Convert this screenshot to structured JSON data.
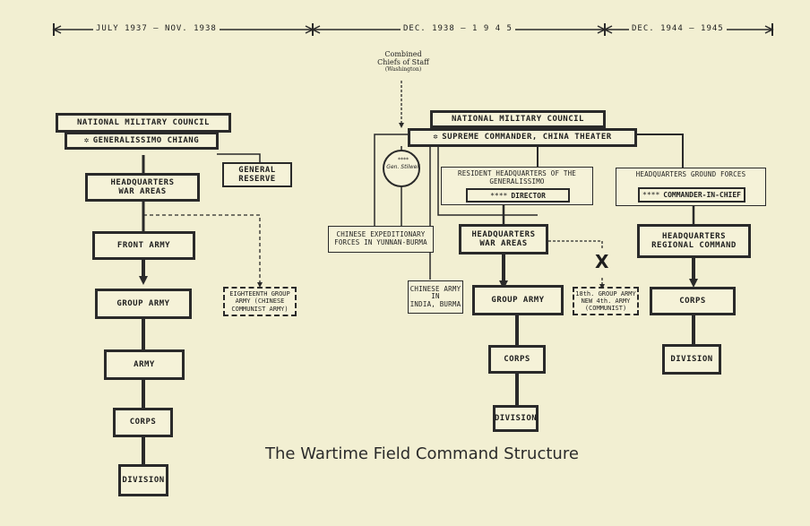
{
  "timeline": {
    "period1": "JULY 1937 — NOV. 1938",
    "period2": "DEC. 1938 — 1 9 4 5",
    "period3": "DEC. 1944 — 1945"
  },
  "title": "The Wartime Field Command Structure",
  "period1": {
    "council": "NATIONAL MILITARY COUNCIL",
    "generalissimo": "GENERALISSIMO CHIANG",
    "general_reserve": "GENERAL\nRESERVE",
    "hq_war_areas": "HEADQUARTERS\nWAR AREAS",
    "front_army": "FRONT   ARMY",
    "group_army": "GROUP  ARMY",
    "army": "ARMY",
    "corps": "CORPS",
    "division": "DIVISION",
    "eighteenth": "EIGHTEENTH GROUP\nARMY (CHINESE\nCOMMUNIST ARMY)"
  },
  "period2": {
    "ccs_title": "Combined\nChiefs of Staff",
    "ccs_sub": "(Washington)",
    "council": "NATIONAL MILITARY COUNCIL",
    "supreme": "SUPREME COMMANDER, CHINA THEATER",
    "stilwell_stars": "****",
    "stilwell": "Gen. Stilwell",
    "resident_hq": "RESIDENT HEADQUARTERS OF THE\nGENERALISSIMO",
    "director": "DIRECTOR",
    "director_stars": "****",
    "expeditionary": "CHINESE EXPEDITIONARY\nFORCES IN YUNNAN-BURMA",
    "india_burma": "CHINESE ARMY\nIN\nINDIA, BURMA",
    "hq_war_areas": "HEADQUARTERS\nWAR AREAS",
    "group_army": "GROUP ARMY",
    "corps": "CORPS",
    "division": "DIVISION",
    "communist": "18th. GROUP ARMY\nNEW 4th. ARMY\n(COMMUNIST)",
    "x_mark": "X"
  },
  "period3": {
    "hq_ground": "HEADQUARTERS  GROUND FORCES",
    "commander": "COMMANDER-IN-CHIEF",
    "commander_stars": "****",
    "hq_regional": "HEADQUARTERS\nREGIONAL COMMAND",
    "corps": "CORPS",
    "division": "DIVISION"
  },
  "colors": {
    "paper": "#f2efd2",
    "ink": "#2a2a2a"
  }
}
